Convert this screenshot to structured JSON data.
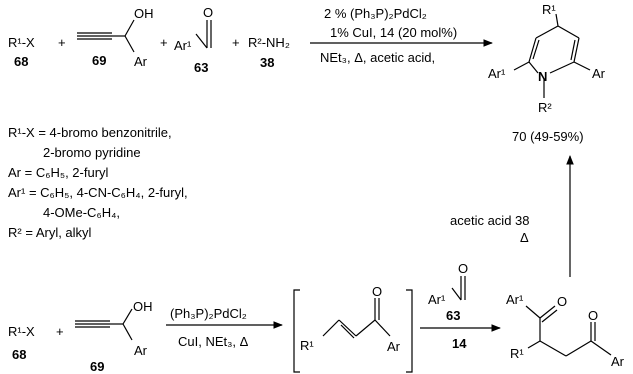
{
  "top": {
    "r1x": "R¹-X",
    "n68": "68",
    "plus": "+",
    "n69": "69",
    "oh": "OH",
    "ar": "Ar",
    "o": "O",
    "ar1": "Ar¹",
    "n63": "63",
    "r2nh2": "R²-NH₂",
    "n38": "38",
    "cond1": "2 % (Ph₃P)₂PdCl₂",
    "cond2_a": "1% CuI, ",
    "cond2_b": "14",
    "cond2_c": " (20 mol%)",
    "cond3": "NEt₃, Δ, acetic acid,",
    "pyrrole_r1": "R¹",
    "pyrrole_ar1": "Ar¹",
    "pyrrole_n": "N",
    "pyrrole_ar": "Ar",
    "pyrrole_r2": "R²",
    "product_num": "70",
    "product_yield": " (49-59%)"
  },
  "notes": [
    "R¹-X = 4-bromo benzonitrile,",
    "2-bromo pyridine",
    "Ar = C₆H₅, 2-furyl",
    "Ar¹ = C₆H₅, 4-CN-C₆H₄, 2-furyl,",
    "4-OMe-C₆H₄,",
    "R² = Aryl, alkyl"
  ],
  "vertical": {
    "reagent": "acetic acid ",
    "num": "38",
    "delta": "Δ"
  },
  "bottom": {
    "r1x": "R¹-X",
    "n68": "68",
    "plus": "+",
    "oh": "OH",
    "ar": "Ar",
    "n69": "69",
    "cond1": "(Ph₃P)₂PdCl₂",
    "cond2": "CuI, NEt₃, Δ",
    "enone_r1": "R¹",
    "enone_o": "O",
    "enone_ar": "Ar",
    "ald_o": "O",
    "ald_ar1": "Ar¹",
    "n63": "63",
    "n14": "14",
    "diket_ar1": "Ar¹",
    "diket_o1": "O",
    "diket_o2": "O",
    "diket_r1": "R¹",
    "diket_ar": "Ar"
  }
}
